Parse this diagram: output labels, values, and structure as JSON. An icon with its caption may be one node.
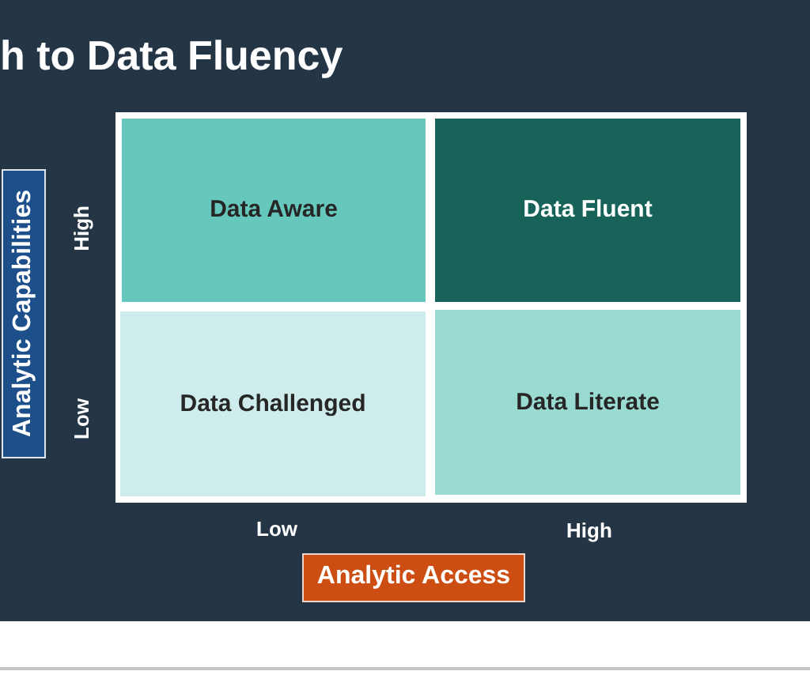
{
  "diagram": {
    "title": "h to Data Fluency",
    "nodes": [
      {
        "text": [
          "Data Aware"
        ]
      },
      {
        "text": [
          "Data Fluent"
        ]
      },
      {
        "text": [
          "Data Challenged"
        ]
      },
      {
        "text": [
          "Data Literate"
        ]
      },
      {
        "text": [
          "Analytic Capabilities"
        ]
      },
      {
        "text": [
          "Analytic Access"
        ]
      }
    ],
    "edges": [],
    "labels": [
      "High",
      "Low",
      "Low",
      "High"
    ]
  }
}
